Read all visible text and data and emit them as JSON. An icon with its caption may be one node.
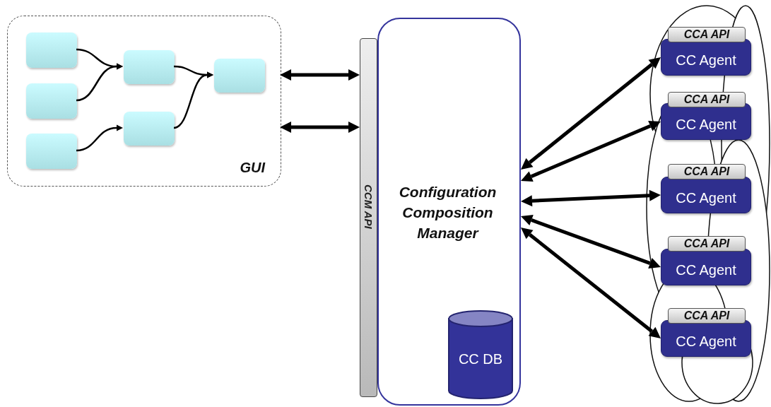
{
  "diagram": {
    "nodes": [
      {
        "text": [
          "GUI"
        ]
      },
      {
        "text": [],
        "shape": "box",
        "in": 0
      },
      {
        "text": [],
        "shape": "box",
        "in": 0
      },
      {
        "text": [],
        "shape": "box",
        "in": 0
      },
      {
        "text": [],
        "shape": "box",
        "in": 0
      },
      {
        "text": [],
        "shape": "box",
        "in": 0
      },
      {
        "text": [],
        "shape": "box",
        "in": 0
      },
      {
        "text": [
          "Configuration Composition Manager"
        ]
      },
      {
        "text": [
          "CCM API"
        ]
      },
      {
        "text": [
          "CC DB"
        ],
        "in": 7
      },
      {
        "text": [],
        "shape": "cloud"
      },
      {
        "text": [
          "CCA API"
        ],
        "in": 10
      },
      {
        "text": [
          "CC Agent"
        ],
        "in": 10
      },
      {
        "text": [
          "CCA API"
        ],
        "in": 10
      },
      {
        "text": [
          "CC Agent"
        ],
        "in": 10
      },
      {
        "text": [
          "CCA API"
        ],
        "in": 10
      },
      {
        "text": [
          "CC Agent"
        ],
        "in": 10
      },
      {
        "text": [
          "CCA API"
        ],
        "in": 10
      },
      {
        "text": [
          "CC Agent"
        ],
        "in": 10
      },
      {
        "text": [
          "CCA API"
        ],
        "in": 10
      },
      {
        "text": [
          "CC Agent"
        ],
        "in": 10
      }
    ],
    "edges": [
      {
        "from": 1,
        "to": 4,
        "arrow": "to"
      },
      {
        "from": 2,
        "to": 4,
        "arrow": "to"
      },
      {
        "from": 3,
        "to": 5,
        "arrow": "to"
      },
      {
        "from": 4,
        "to": 6,
        "arrow": "to"
      },
      {
        "from": 5,
        "to": 6,
        "arrow": "to"
      },
      {
        "from": 0,
        "to": 8,
        "arrow": "both"
      },
      {
        "from": 0,
        "to": 8,
        "arrow": "both"
      },
      {
        "from": 7,
        "to": 12,
        "arrow": "both"
      },
      {
        "from": 7,
        "to": 14,
        "arrow": "both"
      },
      {
        "from": 7,
        "to": 16,
        "arrow": "both"
      },
      {
        "from": 7,
        "to": 18,
        "arrow": "both"
      },
      {
        "from": 7,
        "to": 20,
        "arrow": "both"
      }
    ]
  }
}
